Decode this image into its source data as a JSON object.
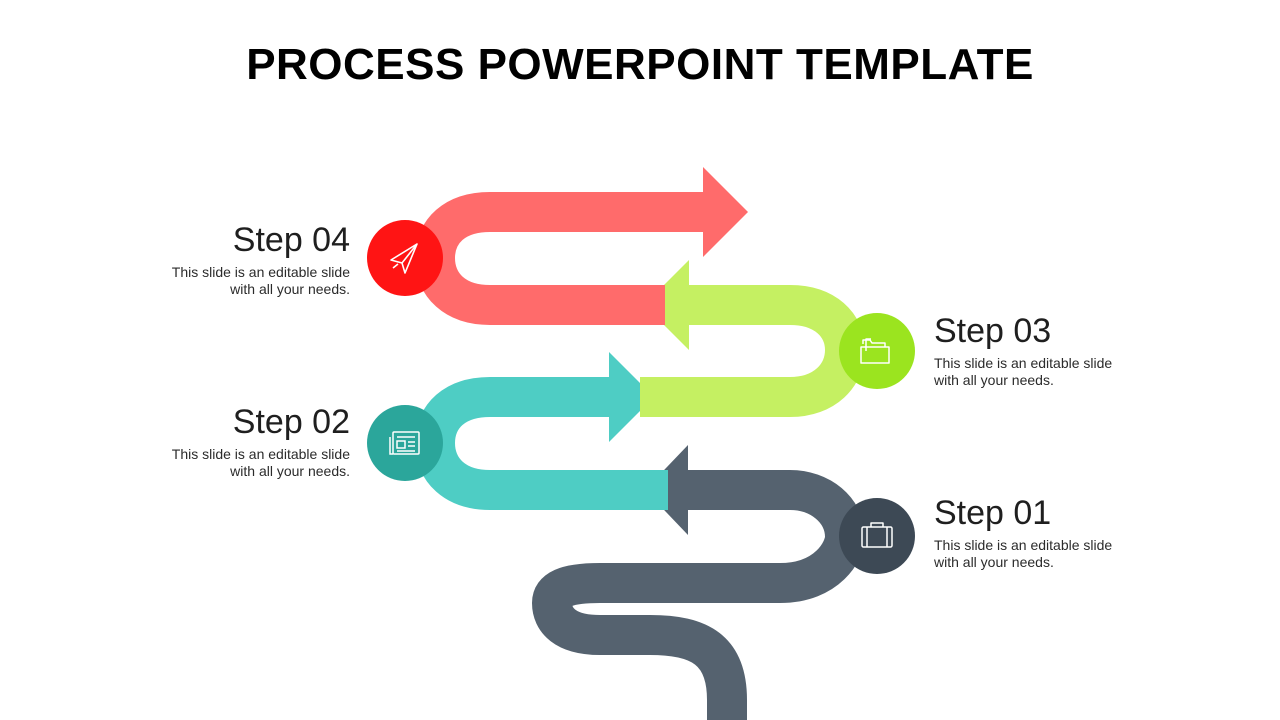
{
  "title": "PROCESS POWERPOINT TEMPLATE",
  "steps": [
    {
      "id": "01",
      "title": "Step 01",
      "desc_line1": "This slide is an editable slide",
      "desc_line2": "with all your needs.",
      "color": "#55626f",
      "circle_color": "#3d4955",
      "icon": "briefcase-icon"
    },
    {
      "id": "02",
      "title": "Step 02",
      "desc_line1": "This slide is an editable slide",
      "desc_line2": "with all your needs.",
      "color": "#4ecdc4",
      "circle_color": "#2ba69b",
      "icon": "newspaper-icon"
    },
    {
      "id": "03",
      "title": "Step 03",
      "desc_line1": "This slide is an editable slide",
      "desc_line2": "with all your needs.",
      "color": "#c5f062",
      "circle_color": "#9be41f",
      "icon": "folders-icon"
    },
    {
      "id": "04",
      "title": "Step 04",
      "desc_line1": "This slide is an editable slide",
      "desc_line2": "with all your needs.",
      "color": "#ff6b6b",
      "circle_color": "#ff1414",
      "icon": "paper-plane-icon"
    }
  ]
}
